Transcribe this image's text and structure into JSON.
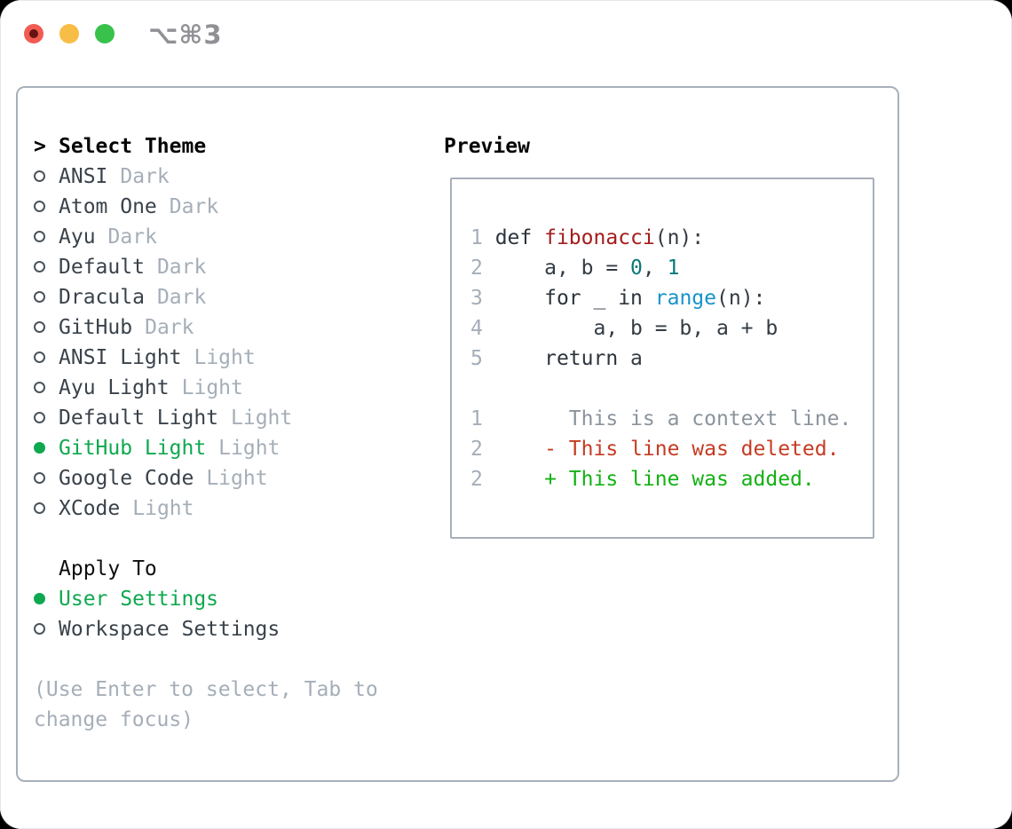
{
  "window": {
    "title": "⌥⌘3"
  },
  "theme_panel": {
    "prompt": ">",
    "header": "Select Theme",
    "themes": [
      {
        "name": "ANSI",
        "tag": "Dark",
        "selected": false
      },
      {
        "name": "Atom One",
        "tag": "Dark",
        "selected": false
      },
      {
        "name": "Ayu",
        "tag": "Dark",
        "selected": false
      },
      {
        "name": "Default",
        "tag": "Dark",
        "selected": false
      },
      {
        "name": "Dracula",
        "tag": "Dark",
        "selected": false
      },
      {
        "name": "GitHub",
        "tag": "Dark",
        "selected": false
      },
      {
        "name": "ANSI Light",
        "tag": "Light",
        "selected": false
      },
      {
        "name": "Ayu Light",
        "tag": "Light",
        "selected": false
      },
      {
        "name": "Default Light",
        "tag": "Light",
        "selected": false
      },
      {
        "name": "GitHub Light",
        "tag": "Light",
        "selected": true
      },
      {
        "name": "Google Code",
        "tag": "Light",
        "selected": false
      },
      {
        "name": "XCode",
        "tag": "Light",
        "selected": false
      }
    ],
    "apply_to": {
      "header": "Apply To",
      "options": [
        {
          "name": "User Settings",
          "selected": true
        },
        {
          "name": "Workspace Settings",
          "selected": false
        }
      ]
    },
    "hint_line1": "(Use Enter to select, Tab to",
    "hint_line2": "change focus)"
  },
  "preview": {
    "title": "Preview",
    "code_lines": [
      {
        "tokens": [
          {
            "type": "num",
            "text": "1 "
          },
          {
            "type": "kw",
            "text": "def"
          },
          {
            "type": "code",
            "text": " "
          },
          {
            "type": "fn",
            "text": "fibonacci"
          },
          {
            "type": "code",
            "text": "(n):"
          }
        ]
      },
      {
        "tokens": [
          {
            "type": "num",
            "text": "2 "
          },
          {
            "type": "code",
            "text": "    a, b = "
          },
          {
            "type": "lit",
            "text": "0"
          },
          {
            "type": "code",
            "text": ", "
          },
          {
            "type": "lit",
            "text": "1"
          }
        ]
      },
      {
        "tokens": [
          {
            "type": "num",
            "text": "3 "
          },
          {
            "type": "code",
            "text": "    "
          },
          {
            "type": "kw",
            "text": "for"
          },
          {
            "type": "code",
            "text": " _ "
          },
          {
            "type": "kw",
            "text": "in"
          },
          {
            "type": "code",
            "text": " "
          },
          {
            "type": "builtin",
            "text": "range"
          },
          {
            "type": "code",
            "text": "(n):"
          }
        ]
      },
      {
        "tokens": [
          {
            "type": "num",
            "text": "4 "
          },
          {
            "type": "code",
            "text": "        a, b = b, a + b"
          }
        ]
      },
      {
        "tokens": [
          {
            "type": "num",
            "text": "5 "
          },
          {
            "type": "code",
            "text": "    "
          },
          {
            "type": "kw",
            "text": "return"
          },
          {
            "type": "code",
            "text": " a"
          }
        ]
      },
      {
        "tokens": []
      },
      {
        "tokens": [
          {
            "type": "num",
            "text": "1 "
          },
          {
            "type": "ctx",
            "text": "      This is a context line."
          }
        ]
      },
      {
        "tokens": [
          {
            "type": "num",
            "text": "2 "
          },
          {
            "type": "del",
            "text": "    - This line was deleted."
          }
        ]
      },
      {
        "tokens": [
          {
            "type": "num",
            "text": "2 "
          },
          {
            "type": "add",
            "text": "    + This line was added."
          }
        ]
      }
    ]
  },
  "colors": {
    "panel_border": "#a7b0ba",
    "selected_green": "#0fa84f",
    "added_green": "#13b113",
    "deleted_red": "#c53b22",
    "function_red": "#a31c1c",
    "number_teal": "#0a7878",
    "builtin_blue": "#1793c9",
    "muted_gray": "#a5aeb8",
    "text_dark": "#3a424a",
    "traffic_close": "#f15b51",
    "traffic_min": "#f8bd46",
    "traffic_zoom": "#38c24c"
  },
  "icons": {
    "radio_unselected": "circle-outline",
    "radio_selected": "circle-filled",
    "prompt": "chevron-right"
  }
}
